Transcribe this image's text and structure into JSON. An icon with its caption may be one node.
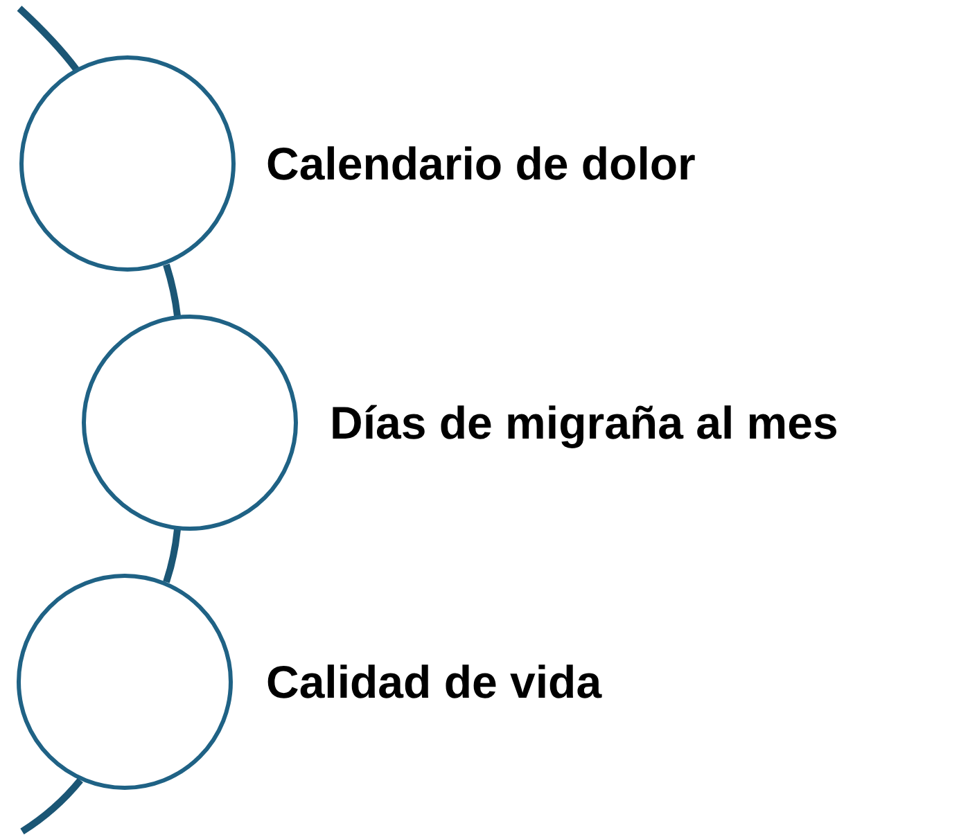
{
  "diagram": {
    "nodes": [
      {
        "text": [],
        "shape": "circle",
        "beside": [
          "Calendario de dolor"
        ]
      },
      {
        "text": [],
        "shape": "circle",
        "beside": [
          "Días de migraña al mes"
        ]
      },
      {
        "text": [],
        "shape": "circle",
        "beside": [
          "Calidad de vida"
        ]
      }
    ],
    "edges": [
      {
        "from": 0,
        "to": 1,
        "arrow": "none"
      },
      {
        "from": 1,
        "to": 2,
        "arrow": "none"
      }
    ]
  }
}
